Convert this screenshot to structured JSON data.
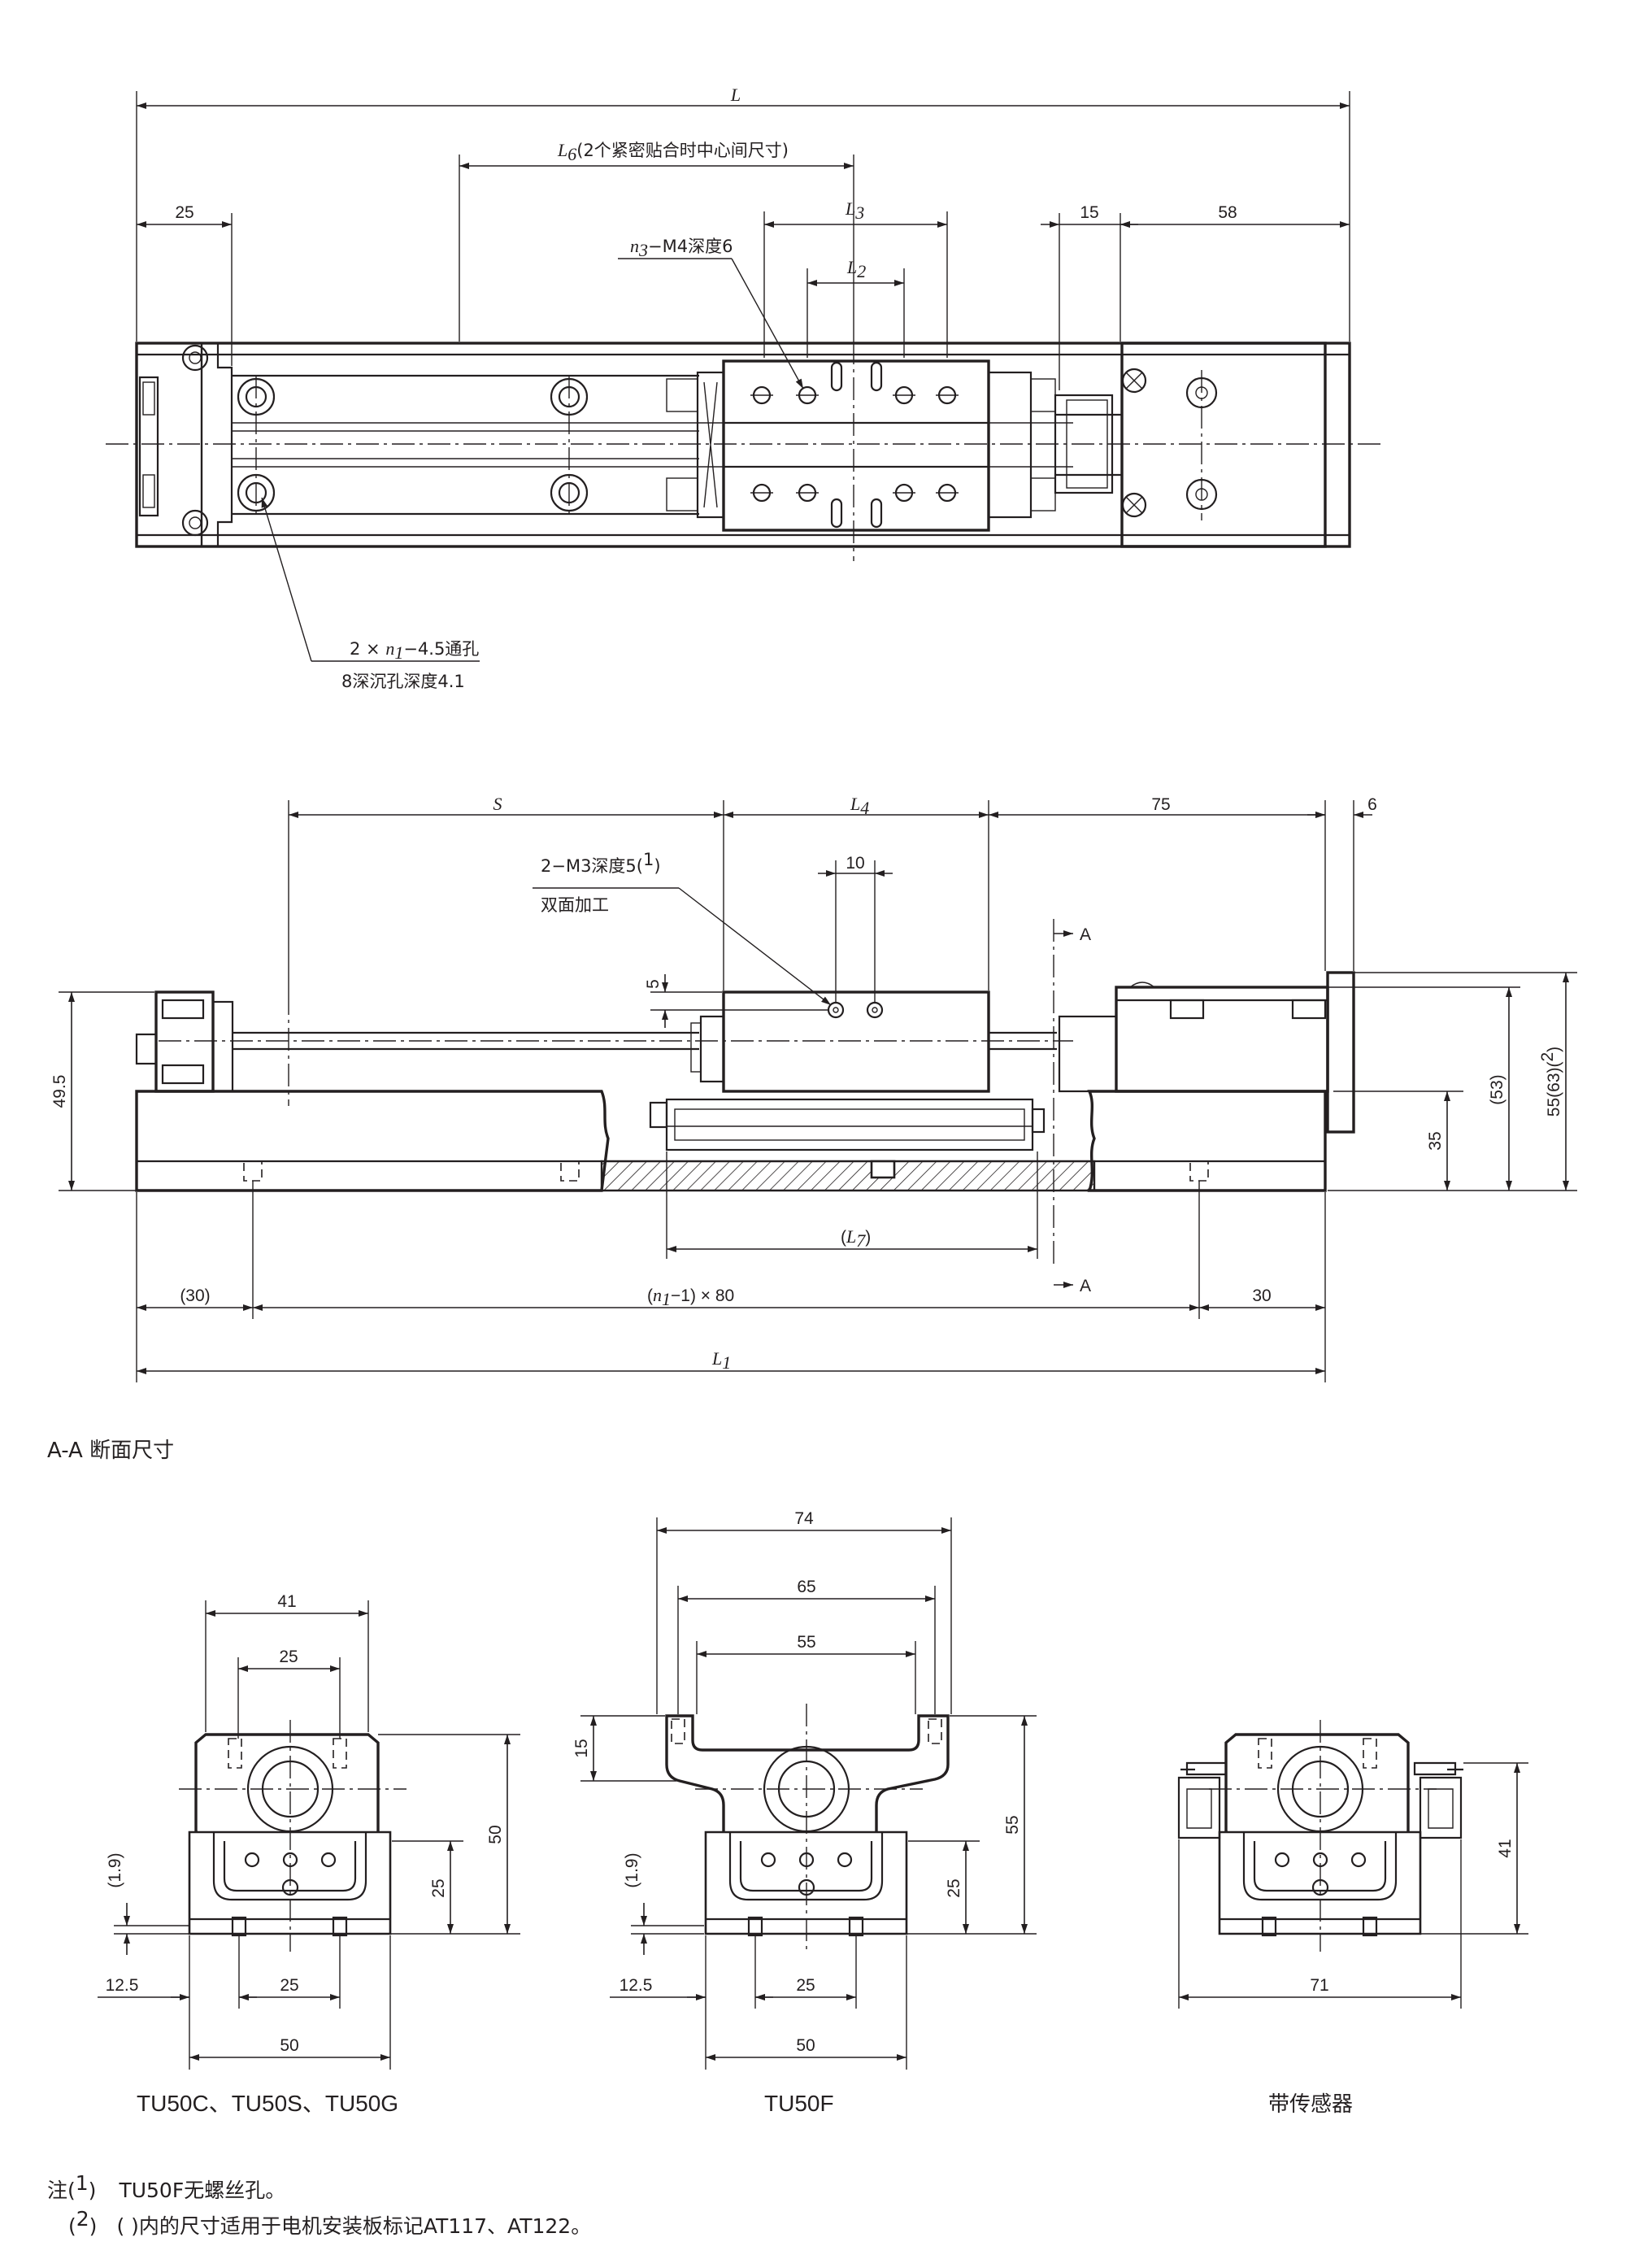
{
  "top_view": {
    "dim_L": "L",
    "dim_L6": "L",
    "dim_L6_sub": "6",
    "dim_L6_note": "(2个紧密贴合时中心间尺寸)",
    "dim_L3": "L",
    "dim_L3_sub": "3",
    "dim_L2": "L",
    "dim_L2_sub": "2",
    "dim_25": "25",
    "dim_15": "15",
    "dim_58": "58",
    "label_n3_var": "n",
    "label_n3_sub": "3",
    "label_n3_text": "−M4深度6",
    "label_holes_prefix": "2 × ",
    "label_holes_var": "n",
    "label_holes_sub": "1",
    "label_holes_text": "−4.5通孔",
    "label_holes_line2": "8深沉孔深度4.1"
  },
  "side_view": {
    "dim_S": "S",
    "dim_L4": "L",
    "dim_L4_sub": "4",
    "dim_75": "75",
    "dim_6": "6",
    "dim_10": "10",
    "dim_5": "5",
    "label_m3": "2−M3深度5(",
    "label_m3_sup": "1",
    "label_m3_close": ")",
    "label_m3_line2": "双面加工",
    "section_A_top": "A",
    "section_A_bottom": "A",
    "dim_49_5": "49.5",
    "dim_35": "35",
    "dim_53": "(53)",
    "dim_55_63": "55(63)(",
    "dim_55_63_sup": "2",
    "dim_55_63_close": ")",
    "dim_L7_open": "(",
    "dim_L7": "L",
    "dim_L7_sub": "7",
    "dim_L7_close": ")",
    "dim_30_left": "(30)",
    "dim_n1_open": "(",
    "dim_n1_var": "n",
    "dim_n1_sub": "1",
    "dim_n1_rest": "−1) × 80",
    "dim_30_right": "30",
    "dim_L1": "L",
    "dim_L1_sub": "1"
  },
  "section": {
    "title": "A-A 断面尺寸",
    "view1": {
      "caption": "TU50C、TU50S、TU50G",
      "dim_41": "41",
      "dim_25_top": "25",
      "dim_50_h": "50",
      "dim_25_h": "25",
      "dim_1_9": "(1.9)",
      "dim_12_5": "12.5",
      "dim_25_bottom": "25",
      "dim_50_bottom": "50"
    },
    "view2": {
      "caption": "TU50F",
      "dim_74": "74",
      "dim_65": "65",
      "dim_55_top": "55",
      "dim_15": "15",
      "dim_55_h": "55",
      "dim_25_h": "25",
      "dim_1_9": "(1.9)",
      "dim_12_5": "12.5",
      "dim_25_bottom": "25",
      "dim_50_bottom": "50"
    },
    "view3": {
      "caption": "带传感器",
      "dim_41_h": "41",
      "dim_71": "71"
    }
  },
  "notes": {
    "note1_prefix": "注(",
    "note1_sup": "1",
    "note1_close": ")",
    "note1_text": "TU50F无螺丝孔。",
    "note2_prefix": "(",
    "note2_sup": "2",
    "note2_close": ")",
    "note2_text": "( )内的尺寸适用于电机安装板标记AT117、AT122。"
  }
}
